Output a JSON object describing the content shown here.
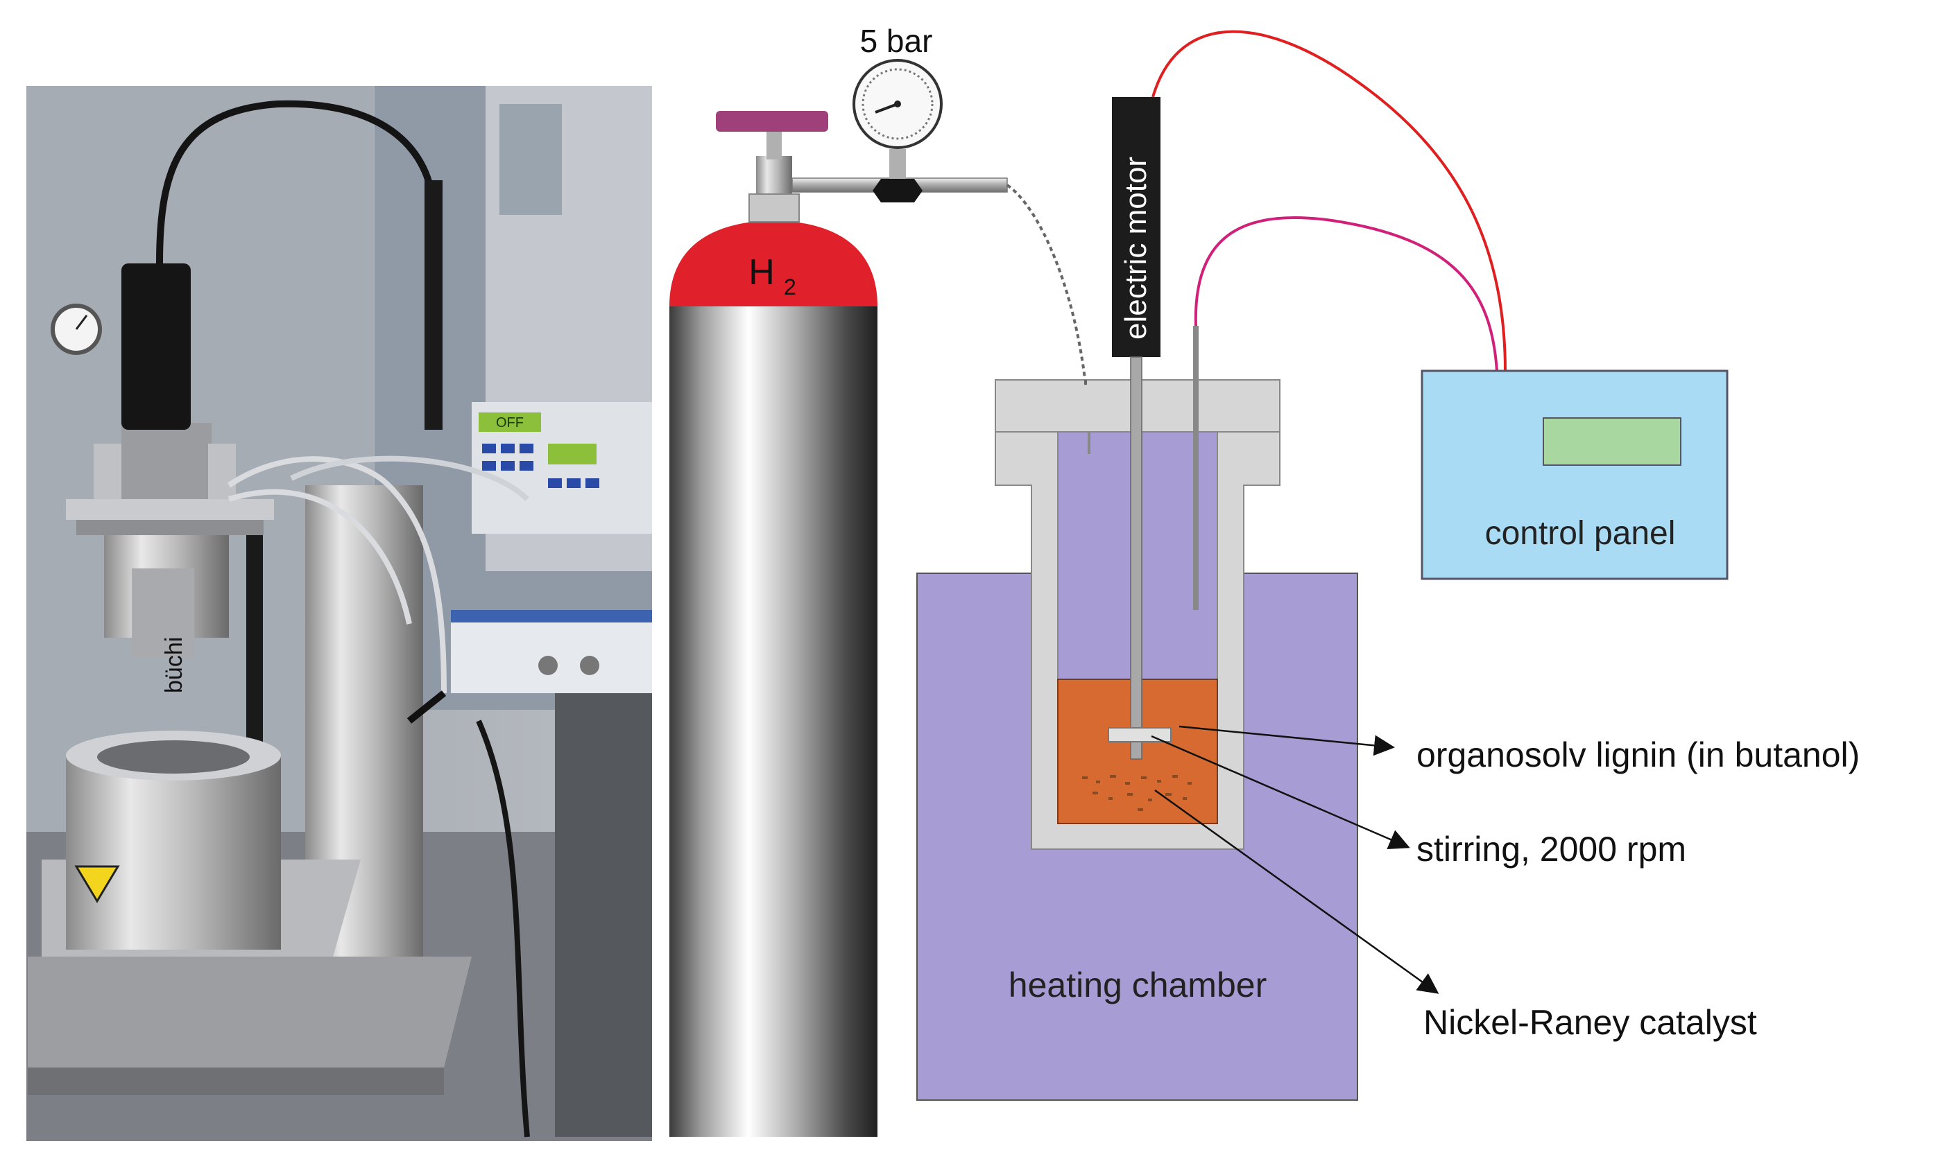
{
  "pressure_label": "5 bar",
  "gas_cylinder": {
    "formula_main": "H",
    "formula_sub": "2"
  },
  "motor_label": "electric motor",
  "control_panel_label": "control panel",
  "heating_chamber_label": "heating chamber",
  "callouts": {
    "lignin": "organosolv lignin (in butanol)",
    "stirring": "stirring, 2000 rpm",
    "catalyst": "Nickel-Raney catalyst"
  },
  "photo": {
    "brand_text": "büchi",
    "display_text": "OFF"
  },
  "colors": {
    "cylinder_cap": "#e0202a",
    "valve_handle": "#a0407a",
    "heating_chamber": "#a89cd4",
    "reactor_vessel": "#dcdcdc",
    "liquid": "#d76a30",
    "control_panel": "#a9dcf4",
    "panel_display": "#a8d8a0",
    "wire_red": "#e02020",
    "wire_magenta": "#d0207a"
  }
}
